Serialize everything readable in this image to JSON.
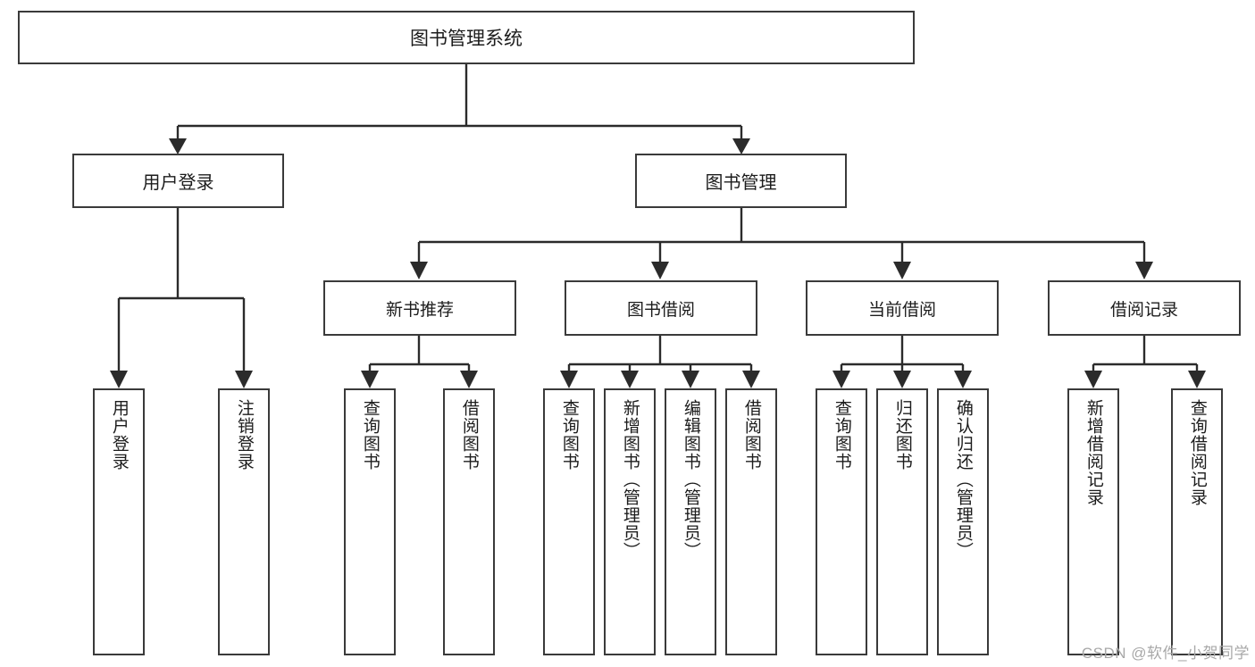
{
  "diagram": {
    "type": "tree",
    "title": "图书管理系统",
    "orientation": "top-down",
    "colors": {
      "box_border": "#3a3a3a",
      "box_fill": "#ffffff",
      "connector": "#2b2b2b",
      "text": "#1c1c1c",
      "watermark": "#a8a8a8",
      "background": "#ffffff"
    },
    "root": {
      "label": "图书管理系统"
    },
    "level2": [
      {
        "label": "用户登录"
      },
      {
        "label": "图书管理"
      }
    ],
    "level3": [
      {
        "label": "新书推荐"
      },
      {
        "label": "图书借阅"
      },
      {
        "label": "当前借阅"
      },
      {
        "label": "借阅记录"
      }
    ],
    "leaves": {
      "user_login": [
        {
          "label": "用户登录"
        },
        {
          "label": "注销登录"
        }
      ],
      "new_book_recommend": [
        {
          "label": "查询图书"
        },
        {
          "label": "借阅图书"
        }
      ],
      "book_borrow": [
        {
          "label": "查询图书"
        },
        {
          "label": "新增图书（管理员）"
        },
        {
          "label": "编辑图书（管理员）"
        },
        {
          "label": "借阅图书"
        }
      ],
      "current_borrow": [
        {
          "label": "查询图书"
        },
        {
          "label": "归还图书"
        },
        {
          "label": "确认归还（管理员）"
        }
      ],
      "borrow_record": [
        {
          "label": "新增借阅记录"
        },
        {
          "label": "查询借阅记录"
        }
      ]
    }
  },
  "watermark": {
    "text": "CSDN @软件_小贺同学"
  }
}
